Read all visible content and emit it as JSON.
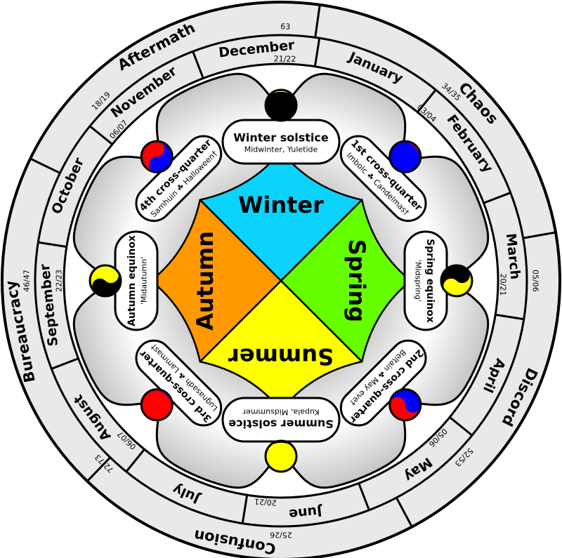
{
  "title": "Wheel of the year with Discordian seasons",
  "colors": {
    "ring": "#e9e9e9",
    "winter": "#0bd3fb",
    "spring": "#66ff00",
    "summer": "#ffff00",
    "autumn": "#ff9900",
    "moon_dark": "#000000",
    "moon_light": "#ffff00",
    "red": "#ff0000",
    "blue": "#0000ff"
  },
  "discordian_seasons": [
    {
      "name": "Chaos",
      "angle": 48
    },
    {
      "name": "Discord",
      "angle": 116
    },
    {
      "name": "Confusion",
      "angle": 190
    },
    {
      "name": "Bureaucracy",
      "angle": 259
    },
    {
      "name": "Aftermath",
      "angle": 332
    }
  ],
  "discordian_dates": [
    {
      "text": "63",
      "angle": 1
    },
    {
      "text": "34/35",
      "angle": 42
    },
    {
      "text": "05/06",
      "angle": 90
    },
    {
      "text": "52/53",
      "angle": 134
    },
    {
      "text": "25/26",
      "angle": 180
    },
    {
      "text": "72/73",
      "angle": 224
    },
    {
      "text": "46/47",
      "angle": 270
    },
    {
      "text": "18/19",
      "angle": 315
    }
  ],
  "months": [
    "January",
    "February",
    "March",
    "April",
    "May",
    "June",
    "July",
    "August",
    "September",
    "October",
    "November",
    "December"
  ],
  "month_dates": [
    {
      "text": "21/22",
      "angle": 1
    },
    {
      "text": "03/04",
      "angle": 41
    },
    {
      "text": "20/21",
      "angle": 91
    },
    {
      "text": "05/06",
      "angle": 135
    },
    {
      "text": "20/21",
      "angle": 184
    },
    {
      "text": "06/07",
      "angle": 224
    },
    {
      "text": "22/23",
      "angle": 270
    },
    {
      "text": "06/07",
      "angle": 313
    }
  ],
  "seasons": [
    {
      "name": "Winter",
      "angle": 0,
      "color_key": "winter"
    },
    {
      "name": "Spring",
      "angle": 90,
      "color_key": "spring"
    },
    {
      "name": "Summer",
      "angle": 180,
      "color_key": "summer"
    },
    {
      "name": "Autumn",
      "angle": 270,
      "color_key": "autumn"
    }
  ],
  "holidays": [
    {
      "title": "Winter solstice",
      "subtitle": "Midwinter, Yuletide",
      "angle": 0,
      "kind": "solstice",
      "icon": "winter-solstice-moon"
    },
    {
      "title": "1st cross-quarter",
      "subtitle": "Imbolc ☘ Candelmas†",
      "angle": 45,
      "kind": "cross",
      "icon": "cross-quarter-1-moon"
    },
    {
      "title": "Spring equinox",
      "subtitle": "'Midspring'",
      "angle": 90,
      "kind": "equinox",
      "icon": "spring-equinox-moon"
    },
    {
      "title": "2nd cross-quarter",
      "subtitle": "Beltain ☘ May eve†",
      "angle": 135,
      "kind": "cross",
      "icon": "cross-quarter-2-moon"
    },
    {
      "title": "Summer solstice",
      "subtitle": "Kupala, Midsummer",
      "angle": 180,
      "kind": "solstice",
      "icon": "summer-solstice-moon"
    },
    {
      "title": "3rd cross-quarter",
      "subtitle": "Lugnasadh ☘ Lammas†",
      "angle": 225,
      "kind": "cross",
      "icon": "cross-quarter-3-moon"
    },
    {
      "title": "Autumn equinox",
      "subtitle": "'Midautumn'",
      "angle": 270,
      "kind": "equinox",
      "icon": "autumn-equinox-moon"
    },
    {
      "title": "4th cross-quarter",
      "subtitle": "Samhuin ☘ Halloween†",
      "angle": 315,
      "kind": "cross",
      "icon": "cross-quarter-4-moon"
    }
  ]
}
